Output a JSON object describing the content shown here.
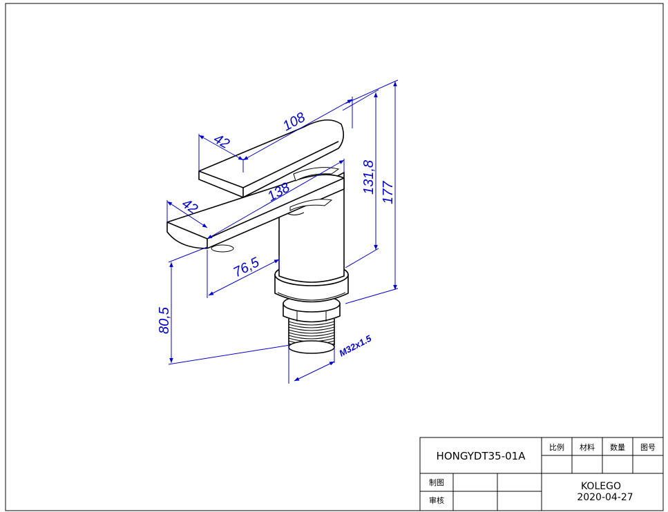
{
  "drawing": {
    "dimensions": {
      "handle_length": "108",
      "handle_width": "42",
      "spout_length": "138",
      "spout_width": "42",
      "height_body": "131,8",
      "height_total": "177",
      "spout_reach": "76,5",
      "spout_height": "80,5",
      "thread": "M32x1.5"
    }
  },
  "title_block": {
    "model": "HONGYDT35-01A",
    "label_scale": "比例",
    "label_material": "材料",
    "label_quantity": "数量",
    "label_drawing_no": "图号",
    "label_drawn": "制图",
    "label_checked": "审核",
    "company": "KOLEGO",
    "date": "2020-04-27"
  },
  "colors": {
    "dimension": "#0000cc",
    "outline": "#000000"
  }
}
